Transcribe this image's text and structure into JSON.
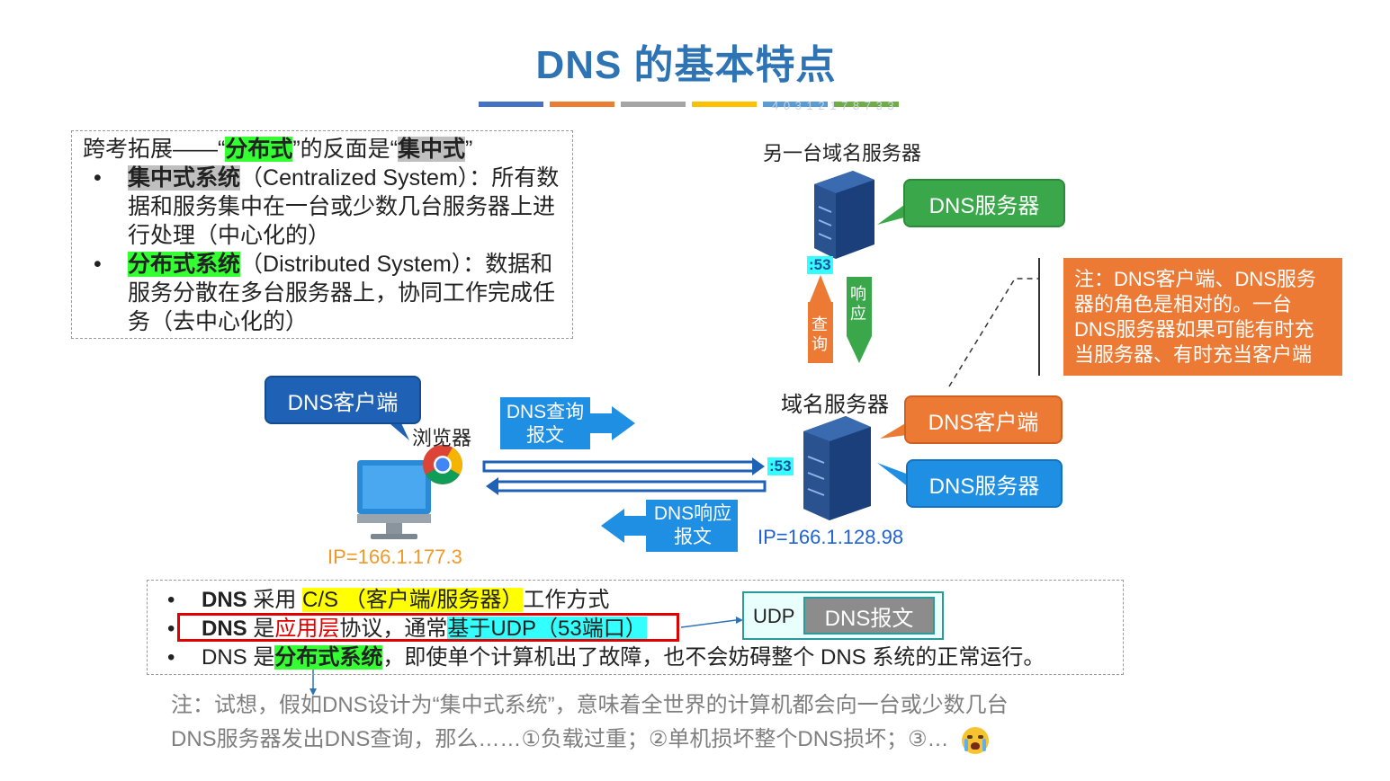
{
  "title": "DNS 的基本特点",
  "title_bar_colors": [
    "#4472c4",
    "#ed7d31",
    "#a5a5a5",
    "#ffc000",
    "#5b9bd5",
    "#70ad47"
  ],
  "watermark": "4 0 3 1 2 1 7 8 7 3 3",
  "extension_box": {
    "heading_prefix": "跨考拓展——“",
    "heading_hl1": "分布式",
    "heading_mid": "”的反面是“",
    "heading_hl2": "集中式",
    "heading_suffix": "”",
    "bullet": "•",
    "item1_term": "集中式系统",
    "item1_rest": "（Centralized System）：所有数据和服务集中在一台或少数几台服务器上进行处理（中心化的）",
    "item2_term": "分布式系统",
    "item2_rest": "（Distributed System）：数据和服务分散在多台服务器上，协同工作完成任务（去中心化的）"
  },
  "diagram": {
    "other_server_label": "另一台域名服务器",
    "other_server_bubble": "DNS服务器",
    "port_top": ":53",
    "query_vertical": "查询",
    "response_vertical": "响应",
    "note": "注：DNS客户端、DNS服务器的角色是相对的。一台DNS服务器如果可能有时充当服务器、有时充当客户端",
    "domain_server_label": "域名服务器",
    "domain_client_bubble": "DNS客户端",
    "domain_server_bubble": "DNS服务器",
    "port_mid": ":53",
    "server_ip": "IP=166.1.128.98",
    "client_bubble": "DNS客户端",
    "browser_label": "浏览器",
    "client_ip": "IP=166.1.177.3",
    "query_msg": "DNS查询报文",
    "response_msg": "DNS响应报文"
  },
  "bottom_box": {
    "bullet": "•",
    "l1_dns": "DNS",
    "l1_a": " 采用 ",
    "l1_hl": "C/S （客户端/服务器）",
    "l1_b": "工作方式",
    "l2_dns": "DNS",
    "l2_a": " 是",
    "l2_red": "应用层",
    "l2_b": "协议，通常",
    "l2_hl": "基于UDP（53端口）",
    "l3_a": "DNS 是",
    "l3_hl": "分布式系统",
    "l3_b": "，即使单个计算机出了故障，也不会妨碍整个 DNS 系统的正常运行。",
    "udp_label": "UDP",
    "udp_msg": "DNS报文"
  },
  "footer_note": {
    "line1": "注：试想，假如DNS设计为“集中式系统”，意味着全世界的计算机都会向一台或少数几台",
    "line2": "DNS服务器发出DNS查询，那么……①负载过重；②单机损坏整个DNS损坏；③…"
  }
}
